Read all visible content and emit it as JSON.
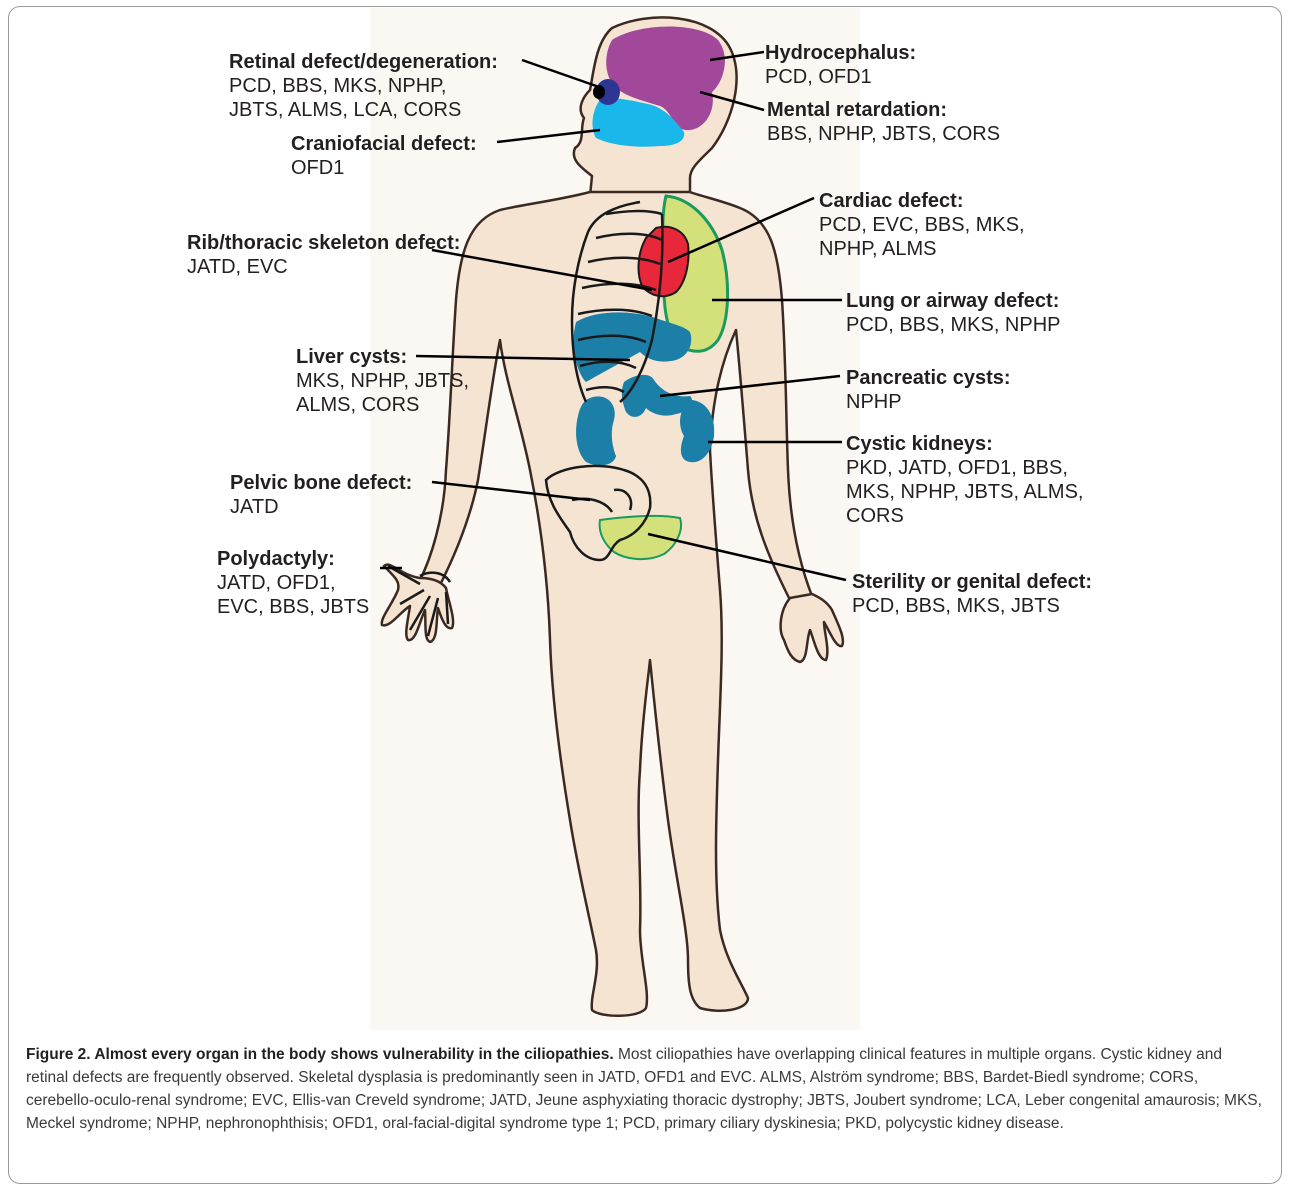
{
  "labels": {
    "retinal": {
      "heading": "Retinal defect/degeneration:",
      "lines": [
        "PCD, BBS, MKS, NPHP,",
        "JBTS, ALMS, LCA, CORS"
      ]
    },
    "craniofacial": {
      "heading": "Craniofacial defect:",
      "lines": [
        "OFD1"
      ]
    },
    "rib": {
      "heading": "Rib/thoracic skeleton defect:",
      "lines": [
        "JATD, EVC"
      ]
    },
    "liver": {
      "heading": "Liver cysts:",
      "lines": [
        "MKS, NPHP, JBTS,",
        "ALMS, CORS"
      ]
    },
    "pelvic": {
      "heading": "Pelvic bone defect:",
      "lines": [
        "JATD"
      ]
    },
    "polydactyly": {
      "heading": "Polydactyly:",
      "lines": [
        "JATD, OFD1,",
        "EVC, BBS, JBTS"
      ]
    },
    "hydrocephalus": {
      "heading": "Hydrocephalus:",
      "lines": [
        "PCD, OFD1"
      ]
    },
    "mental": {
      "heading": "Mental retardation:",
      "lines": [
        "BBS, NPHP, JBTS, CORS"
      ]
    },
    "cardiac": {
      "heading": "Cardiac defect:",
      "lines": [
        "PCD, EVC, BBS, MKS,",
        "NPHP, ALMS"
      ]
    },
    "lung": {
      "heading": "Lung or airway defect:",
      "lines": [
        "PCD, BBS, MKS, NPHP"
      ]
    },
    "pancreatic": {
      "heading": "Pancreatic cysts:",
      "lines": [
        "NPHP"
      ]
    },
    "kidney": {
      "heading": "Cystic kidneys:",
      "lines": [
        "PKD, JATD, OFD1, BBS,",
        "MKS, NPHP, JBTS, ALMS,",
        "CORS"
      ]
    },
    "sterility": {
      "heading": "Sterility or genital defect:",
      "lines": [
        "PCD, BBS, MKS, JBTS"
      ]
    }
  },
  "caption": {
    "bold": "Figure 2. Almost every organ in the body shows vulnerability in the ciliopathies.",
    "text": " Most ciliopathies have overlapping clinical features in multiple organs. Cystic kidney and retinal defects are frequently observed. Skeletal dysplasia is predominantly seen in JATD, OFD1 and EVC. ALMS, Alström syndrome; BBS, Bardet-Biedl syndrome; CORS, cerebello-oculo-renal syndrome; EVC, Ellis-van Creveld syndrome; JATD, Jeune asphyxiating thoracic dystrophy; JBTS, Joubert syndrome; LCA, Leber congenital amaurosis; MKS, Meckel syndrome; NPHP, nephronophthisis; OFD1, oral-facial-digital syndrome type 1; PCD, primary ciliary dyskinesia; PKD, polycystic kidney disease."
  },
  "colors": {
    "skin": "#f6e4d3",
    "brain": "#a2489b",
    "eye": "#2e3592",
    "face": "#1ab7ea",
    "heart": "#e8283a",
    "lung": "#d4e07a",
    "organ": "#1b7fa8"
  }
}
